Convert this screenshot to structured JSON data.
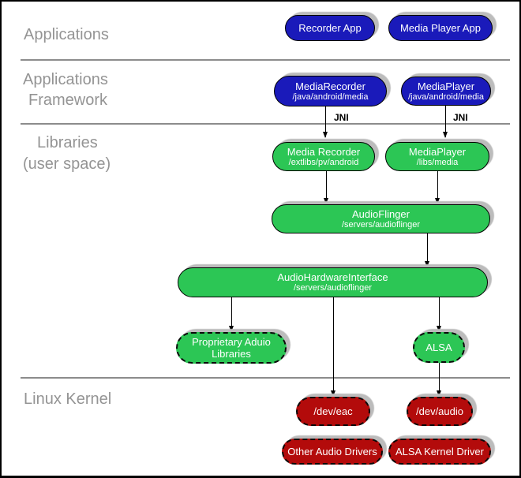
{
  "layers": {
    "applications": "Applications",
    "framework_line1": "Applications",
    "framework_line2": "Framework",
    "libraries_line1": "Libraries",
    "libraries_line2": "(user space)",
    "linux_kernel": "Linux Kernel"
  },
  "annotations": {
    "jni_left": "JNI",
    "jni_right": "JNI"
  },
  "nodes": {
    "recorder_app": {
      "title": "Recorder App"
    },
    "media_player_app": {
      "title": "Media Player App"
    },
    "media_recorder_fw": {
      "title": "MediaRecorder",
      "path": "/java/android/media"
    },
    "media_player_fw": {
      "title": "MediaPlayer",
      "path": "/java/android/media"
    },
    "media_recorder_lib": {
      "title": "Media Recorder",
      "path": "/extlibs/pv/android"
    },
    "media_player_lib": {
      "title": "MediaPlayer",
      "path": "/libs/media"
    },
    "audio_flinger": {
      "title": "AudioFlinger",
      "path": "/servers/audioflinger"
    },
    "audio_hardware_interface": {
      "title": "AudioHardwareInterface",
      "path": "/servers/audioflinger"
    },
    "proprietary_audio_libraries": {
      "title": "Proprietary Aduio Libraries"
    },
    "alsa": {
      "title": "ALSA"
    },
    "dev_eac": {
      "title": "/dev/eac"
    },
    "dev_audio": {
      "title": "/dev/audio"
    },
    "other_audio_drivers": {
      "title": "Other Audio Drivers"
    },
    "alsa_kernel_driver": {
      "title": "ALSA Kernel Driver"
    }
  },
  "colors": {
    "blue": "#1a1aba",
    "green": "#2cc655",
    "red": "#b30b0b",
    "shadow": "#bcbcbc",
    "layer_text": "#949494",
    "divider": "#8c8c8c",
    "node_text": "#ffffff",
    "arrow": "#000000"
  }
}
